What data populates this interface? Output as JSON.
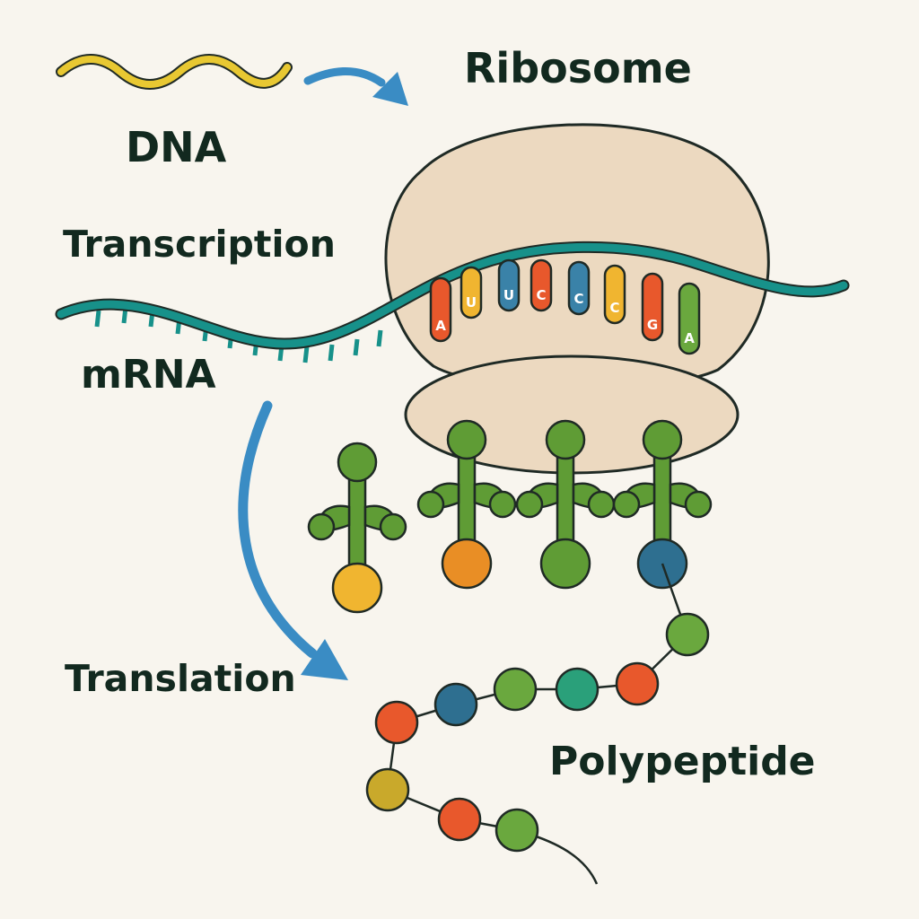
{
  "labels": {
    "dna": "DNA",
    "ribosome": "Ribosome",
    "transcription": "Transcription",
    "mrna": "mRNA",
    "translation": "Translation",
    "polypeptide": "Polypeptide"
  },
  "codon_bases": [
    {
      "letter": "A",
      "color": "#e8582c"
    },
    {
      "letter": "U",
      "color": "#f0b530"
    },
    {
      "letter": "U",
      "color": "#3a82a8"
    },
    {
      "letter": "C",
      "color": "#e8582c"
    },
    {
      "letter": "C",
      "color": "#3a82a8"
    },
    {
      "letter": "C",
      "color": "#f0b530"
    },
    {
      "letter": "G",
      "color": "#e8582c"
    },
    {
      "letter": "A",
      "color": "#6aa83e"
    }
  ],
  "trnas": [
    {
      "amino_color": "#f0b530",
      "bound": false
    },
    {
      "amino_color": "#e98e25",
      "bound": true
    },
    {
      "amino_color": "#5f9c35",
      "bound": true
    },
    {
      "amino_color": "#2e6f90",
      "bound": true
    }
  ],
  "polypeptide_colors": [
    "#6aa83e",
    "#e8582c",
    "#2aa07a",
    "#6aa83e",
    "#6aa83e",
    "#2e6f90",
    "#e8582c",
    "#c9a92b",
    "#e8582c",
    "#6aa83e"
  ],
  "colors": {
    "dna": "#e8c832",
    "mrna": "#17918a",
    "ribosome": "#ecd9c0",
    "trna": "#5f9c35",
    "arrow": "#3a8cc4",
    "outline": "#1f2a25"
  }
}
